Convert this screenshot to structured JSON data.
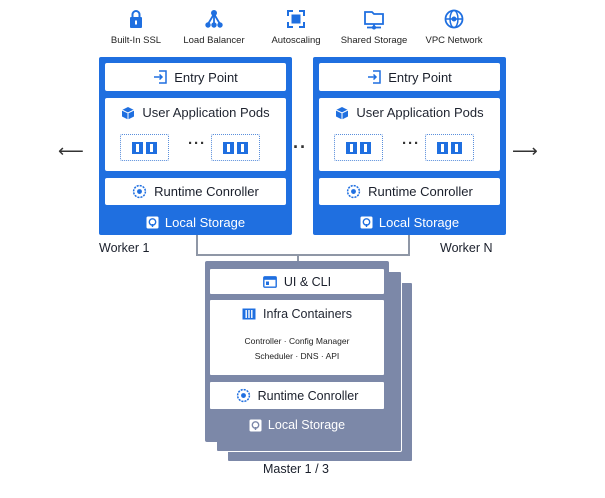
{
  "features": [
    {
      "label": "Built-In SSL",
      "icon": "lock-icon"
    },
    {
      "label": "Load Balancer",
      "icon": "network-nodes-icon"
    },
    {
      "label": "Autoscaling",
      "icon": "expand-icon"
    },
    {
      "label": "Shared Storage",
      "icon": "shared-folder-icon"
    },
    {
      "label": "VPC Network",
      "icon": "globe-icon"
    }
  ],
  "worker": {
    "entry_point": "Entry Point",
    "pods_title": "User Application Pods",
    "pods_ellipsis": "···",
    "runtime": "Runtime Conroller",
    "local_storage": "Local Storage"
  },
  "worker_labels": [
    "Worker 1",
    "Worker N"
  ],
  "workers_ellipsis": "···",
  "master": {
    "ui": "UI & CLI",
    "infra_title": "Infra Containers",
    "infra_line1": "Controller · Config Manager",
    "infra_line2": "Scheduler · DNS · API",
    "runtime": "Runtime Conroller",
    "local_storage": "Local Storage",
    "label": "Master 1 / 3"
  },
  "arrows": {
    "left": "⟵",
    "right": "⟶"
  },
  "colors": {
    "worker_blue": "#1f6fe0",
    "master_slate": "#7c88a8",
    "connector": "#8f97a6"
  }
}
